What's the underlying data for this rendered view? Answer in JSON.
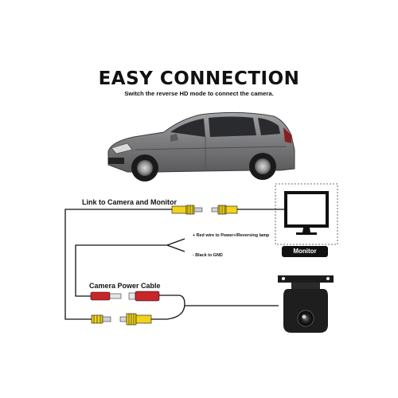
{
  "header": {
    "title": "EASY CONNECTION",
    "subtitle": "Switch the reverse HD mode to connect the camera."
  },
  "labels": {
    "link": "Link to Camera and Monitor",
    "power_cable": "Camera Power Cable",
    "red_wire": "+ Red wire to Power+/Reversing lamp",
    "black_wire": "- Black to GND",
    "monitor": "Monitor"
  },
  "colors": {
    "car_body": "#7b7b7e",
    "rca_yellow": "#f2d21b",
    "power_red": "#c8262b",
    "wire": "#111111"
  },
  "icons": [
    "car-illustration",
    "monitor-icon",
    "backup-camera-icon",
    "rca-connector-icon",
    "power-connector-icon"
  ]
}
